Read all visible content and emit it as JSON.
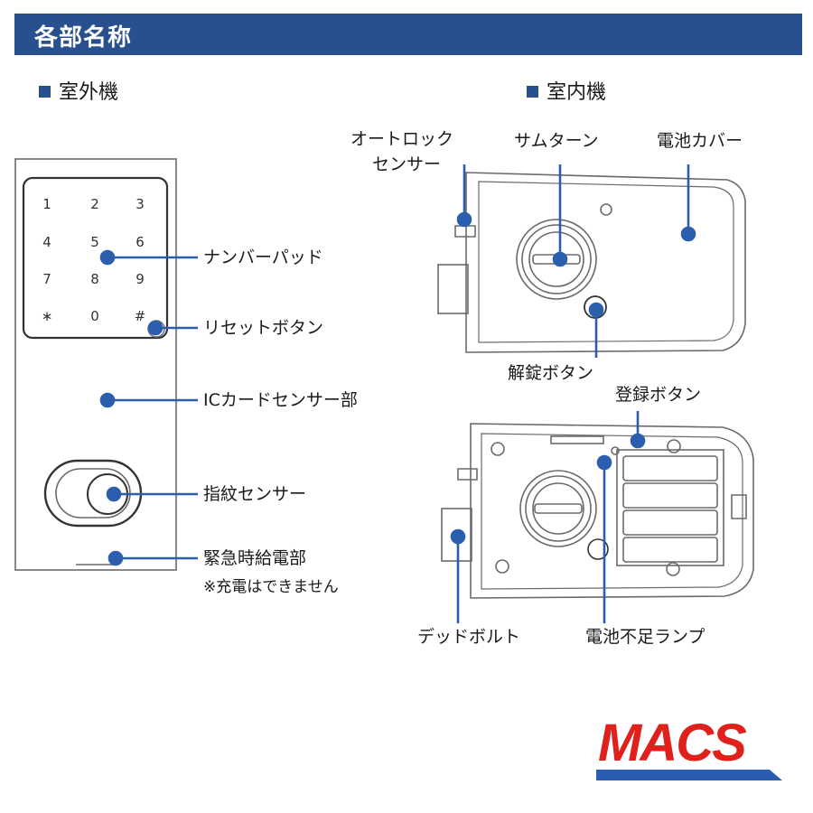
{
  "header": {
    "title": "各部名称"
  },
  "outdoor": {
    "heading": "室外機",
    "keys": [
      "1",
      "2",
      "3",
      "4",
      "5",
      "6",
      "7",
      "8",
      "9",
      "∗",
      "0",
      "#"
    ],
    "labels": {
      "number_pad": "ナンバーパッド",
      "reset_button": "リセットボタン",
      "ic_sensor": "ICカードセンサー部",
      "fingerprint": "指紋センサー",
      "emergency": "緊急時給電部",
      "emergency_note": "※充電はできません"
    }
  },
  "indoor": {
    "heading": "室内機",
    "labels": {
      "autolock_1": "オートロック",
      "autolock_2": "センサー",
      "thumb_turn": "サムターン",
      "battery_cover": "電池カバー",
      "unlock_button": "解錠ボタン",
      "register_button": "登録ボタン",
      "deadbolt": "デッドボルト",
      "low_battery": "電池不足ランプ"
    }
  },
  "logo": {
    "text": "MACS",
    "red": "#e0201b",
    "blue": "#2a5db0"
  },
  "colors": {
    "accent": "#284f8e",
    "pointer": "#2b5fae"
  }
}
